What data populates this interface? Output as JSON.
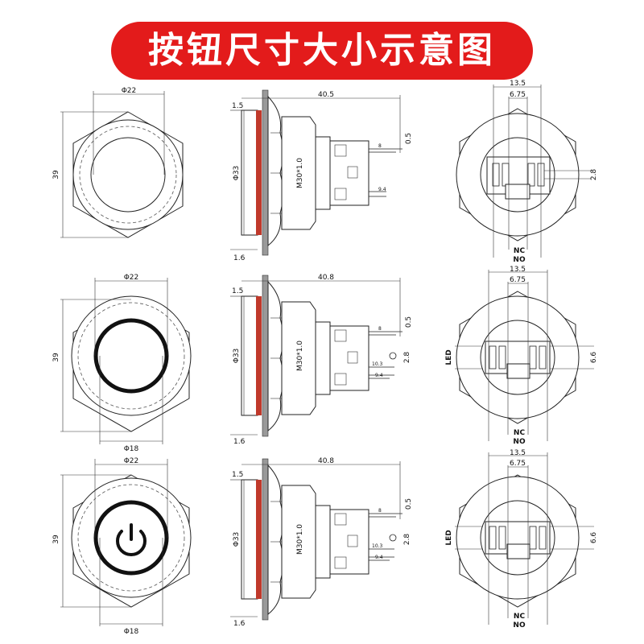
{
  "banner": {
    "title": "按钮尺寸大小示意图",
    "color": "#e31b1b"
  },
  "colors": {
    "gasket": "#c0392b",
    "line": "#222222"
  },
  "front_views": [
    {
      "style": "plain",
      "hex_label": "39",
      "top_label": "Φ22",
      "bottom_label": ""
    },
    {
      "style": "ring",
      "hex_label": "39",
      "top_label": "Φ22",
      "bottom_label": "Φ18"
    },
    {
      "style": "power",
      "hex_label": "39",
      "top_label": "Φ22",
      "bottom_label": "Φ18"
    }
  ],
  "side_views": [
    {
      "length": "40.5",
      "flange": "1.5",
      "nut": "1.6",
      "diameter": "Φ33",
      "thread": "M30*1.0",
      "pin_gap": "0.5",
      "pin_a": "8",
      "pin_b": "9.4",
      "pitch": "",
      "spacing": ""
    },
    {
      "length": "40.8",
      "flange": "1.5",
      "nut": "1.6",
      "diameter": "Φ33",
      "thread": "M30*1.0",
      "pin_gap": "0.5",
      "pin_a": "8",
      "pin_b": "9.4",
      "pitch": "2.8",
      "spacing": "10.3"
    },
    {
      "length": "40.8",
      "flange": "1.5",
      "nut": "1.6",
      "diameter": "Φ33",
      "thread": "M30*1.0",
      "pin_gap": "0.5",
      "pin_a": "8",
      "pin_b": "9.4",
      "pitch": "2.8",
      "spacing": "10.3"
    }
  ],
  "rear_views": [
    {
      "width": "13.5",
      "inner": "6.75",
      "side": "2.8",
      "nc": "NC",
      "no": "NO",
      "led": ""
    },
    {
      "width": "13.5",
      "inner": "6.75",
      "side": "6.6",
      "nc": "NC",
      "no": "NO",
      "led": "LED"
    },
    {
      "width": "13.5",
      "inner": "6.75",
      "side": "6.6",
      "nc": "NC",
      "no": "NO",
      "led": "LED"
    }
  ]
}
